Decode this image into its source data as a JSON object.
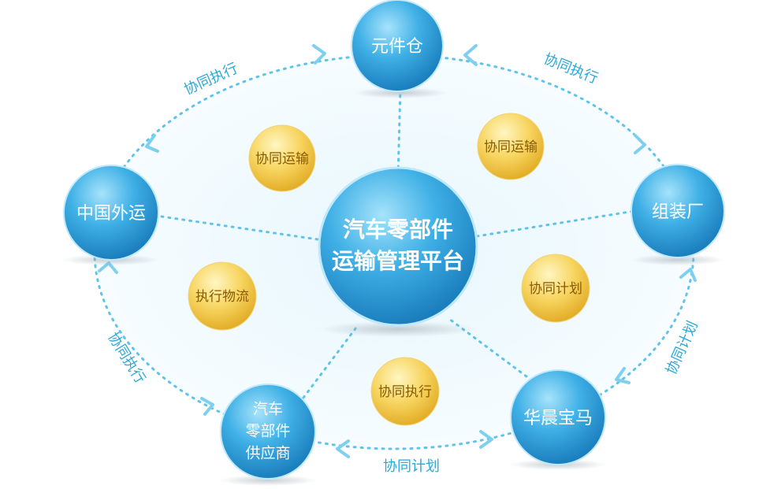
{
  "center": {
    "line1": "汽车零部件",
    "line2": "运输管理平台"
  },
  "nodes": {
    "warehouse": "元件仓",
    "assembly": "组装厂",
    "china_freight": "中国外运",
    "supplier_line1": "汽车",
    "supplier_line2": "零部件",
    "supplier_line3": "供应商",
    "bmw": "华晨宝马"
  },
  "functions": {
    "transport_left": "协同运输",
    "transport_right": "协同运输",
    "logistics": "执行物流",
    "plan": "协同计划",
    "execute": "协同执行"
  },
  "edges": {
    "top_left": "协同执行",
    "top_right": "协同执行",
    "left": "协同执行",
    "right": "协同计划",
    "bottom": "协同计划"
  },
  "colors": {
    "blue_light": "#8fd8f7",
    "blue_mid": "#3fb0e6",
    "blue_dark": "#1a7fc0",
    "gold_light": "#fff2a8",
    "gold_dark": "#e9b52a",
    "dotted_line": "#5fc3ea"
  }
}
